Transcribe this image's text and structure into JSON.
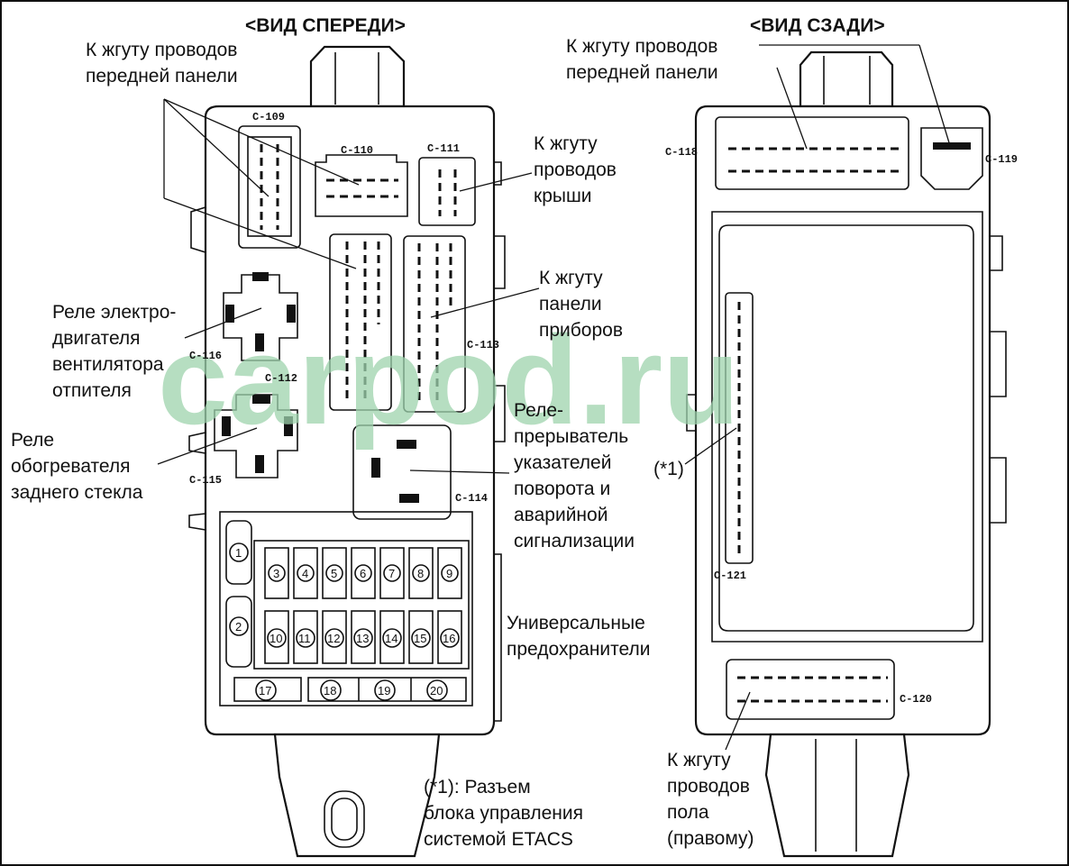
{
  "header": {
    "front_view": "<ВИД СПЕРЕДИ>",
    "rear_view": "<ВИД СЗАДИ>"
  },
  "callouts_front": {
    "front_panel_harness": [
      "К жгуту проводов",
      "передней панели"
    ],
    "roof_harness": [
      "К жгуту",
      "проводов",
      "крыши"
    ],
    "instrument_panel_harness": [
      "К жгуту",
      "панели",
      "приборов"
    ],
    "heater_fan_relay": [
      "Реле электро-",
      "двигателя",
      "вентилятора",
      "отпителя"
    ],
    "rear_defogger_relay": [
      "Реле",
      "обогревателя",
      "заднего стекла"
    ],
    "turn_hazard_relay": [
      "Реле-",
      "прерыватель",
      "указателей",
      "поворота и",
      "аварийной",
      "сигнализации"
    ],
    "fuses_label": [
      "Универсальные",
      "предохранители"
    ]
  },
  "callouts_rear": {
    "front_panel_harness": [
      "К жгуту проводов",
      "передней панели"
    ],
    "etacs_marker": "(*1)",
    "floor_harness": [
      "К жгуту",
      "проводов",
      "пола",
      "(правому)"
    ]
  },
  "footnote": [
    "(*1): Разъем",
    "блока управления",
    "системой ETACS"
  ],
  "connectors": {
    "c109": "C-109",
    "c110": "C-110",
    "c111": "C-111",
    "c112": "C-112",
    "c113": "C-113",
    "c114": "C-114",
    "c115": "C-115",
    "c116": "C-116",
    "c118": "C-118",
    "c119": "C-119",
    "c120": "C-120",
    "c121": "C-121"
  },
  "fuses": [
    "1",
    "2",
    "3",
    "4",
    "5",
    "6",
    "7",
    "8",
    "9",
    "10",
    "11",
    "12",
    "13",
    "14",
    "15",
    "16",
    "17",
    "18",
    "19",
    "20"
  ],
  "watermark": "carpod.ru"
}
